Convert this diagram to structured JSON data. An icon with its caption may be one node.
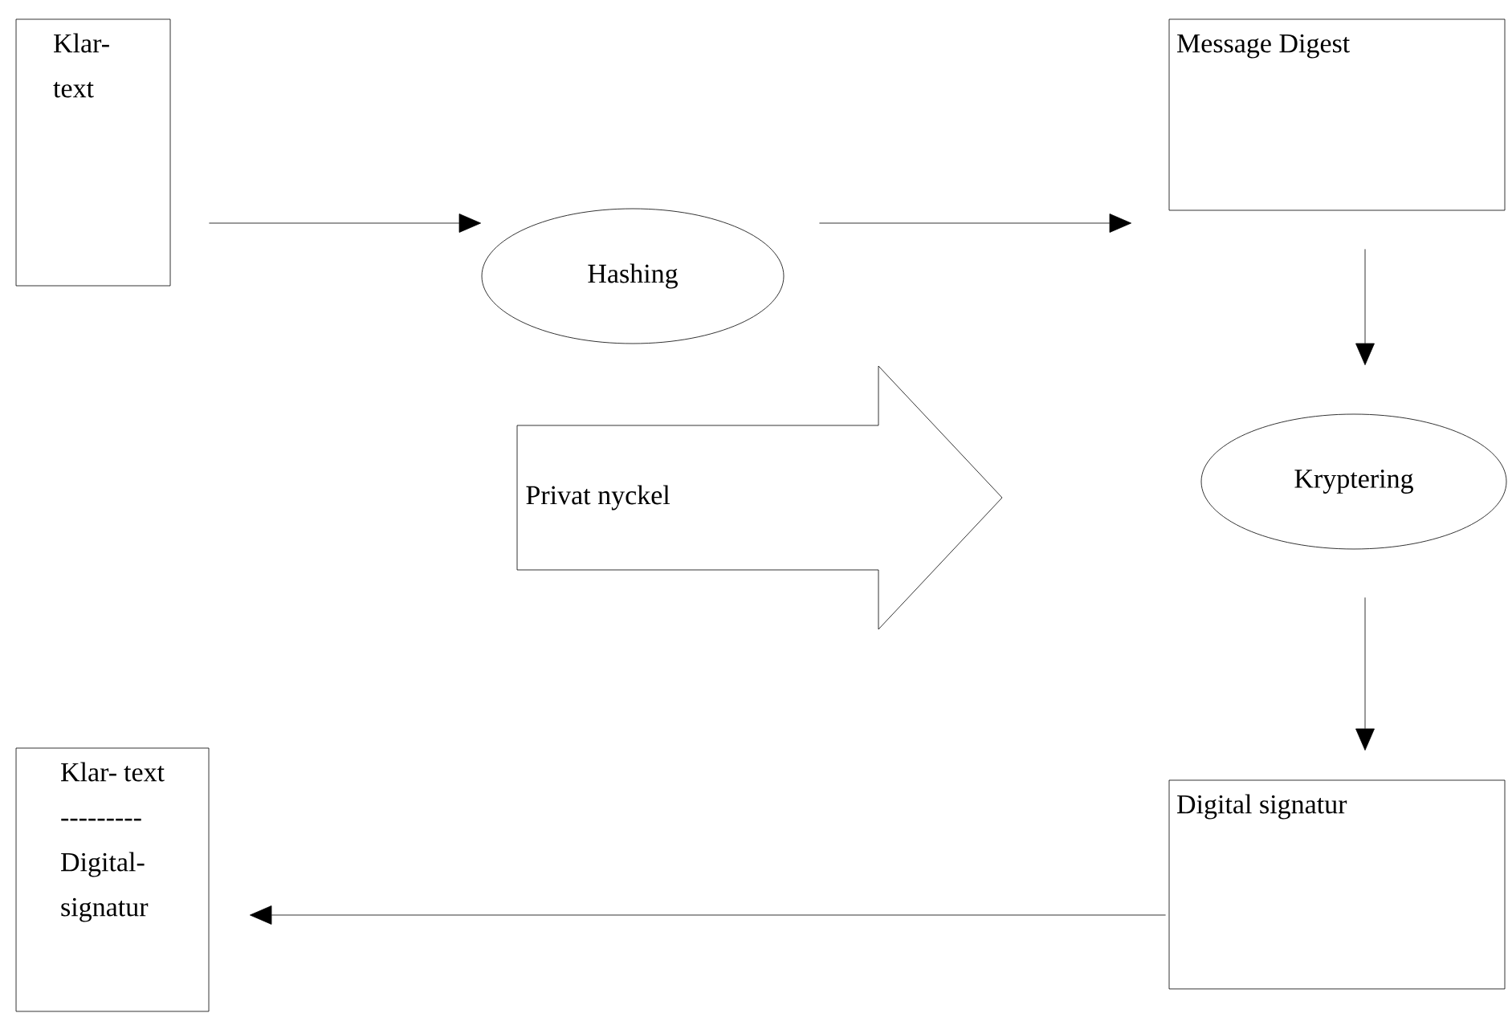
{
  "diagram": {
    "nodes": [
      {
        "text": [
          "Klar- text"
        ]
      },
      {
        "text": [
          "Hashing"
        ]
      },
      {
        "text": [
          "Message Digest"
        ]
      },
      {
        "text": [
          "Privat nyckel"
        ]
      },
      {
        "text": [
          "Kryptering"
        ]
      },
      {
        "text": [
          "Digital signatur"
        ]
      },
      {
        "text": [
          "Klar- text",
          "---------",
          "Digital- signatur"
        ]
      }
    ],
    "edges": [
      {
        "from": 0,
        "to": 1,
        "arrow": "to"
      },
      {
        "from": 1,
        "to": 2,
        "arrow": "to"
      },
      {
        "from": 2,
        "to": 4,
        "arrow": "to"
      },
      {
        "from": 4,
        "to": 5,
        "arrow": "to"
      },
      {
        "from": 5,
        "to": 6,
        "arrow": "to"
      }
    ]
  }
}
